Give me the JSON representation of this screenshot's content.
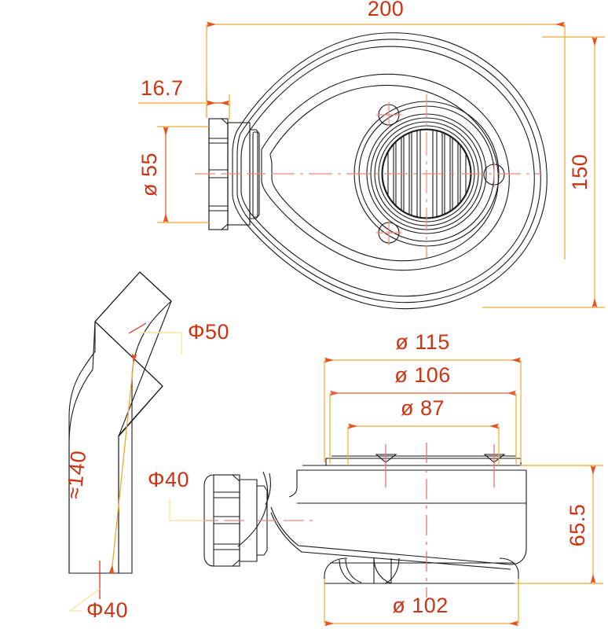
{
  "drawing": {
    "title": "Shower drain technical drawing",
    "views": [
      {
        "name": "top-view",
        "label": "Top view of shower drain body with grate"
      },
      {
        "name": "bent-pipe-view",
        "label": "Bent outlet pipe detail"
      },
      {
        "name": "side-section-view",
        "label": "Side section view of shower drain body"
      }
    ],
    "colors": {
      "outline": "#1a1a1a",
      "dim_text": "#cc3311",
      "dim_line_amber": "#f0a830",
      "dim_line_red": "#e8603c",
      "centerline": "#f08878",
      "leader": "#fbe3a0"
    }
  },
  "dimensions": {
    "top_view": {
      "overall_width": "200",
      "overall_height": "150",
      "flange_offset": "16.7",
      "outlet_diameter": "ø 55"
    },
    "pipe_view": {
      "upper_diameter": "Φ50",
      "bend_length": "≈140",
      "lower_diameter": "Φ40"
    },
    "side_view": {
      "inlet_diameter": "Φ40",
      "cover_diameter": "ø 115",
      "ring_diameter": "ø 106",
      "grate_diameter": "ø 87",
      "body_diameter": "ø 102",
      "body_height": "65.5"
    }
  }
}
